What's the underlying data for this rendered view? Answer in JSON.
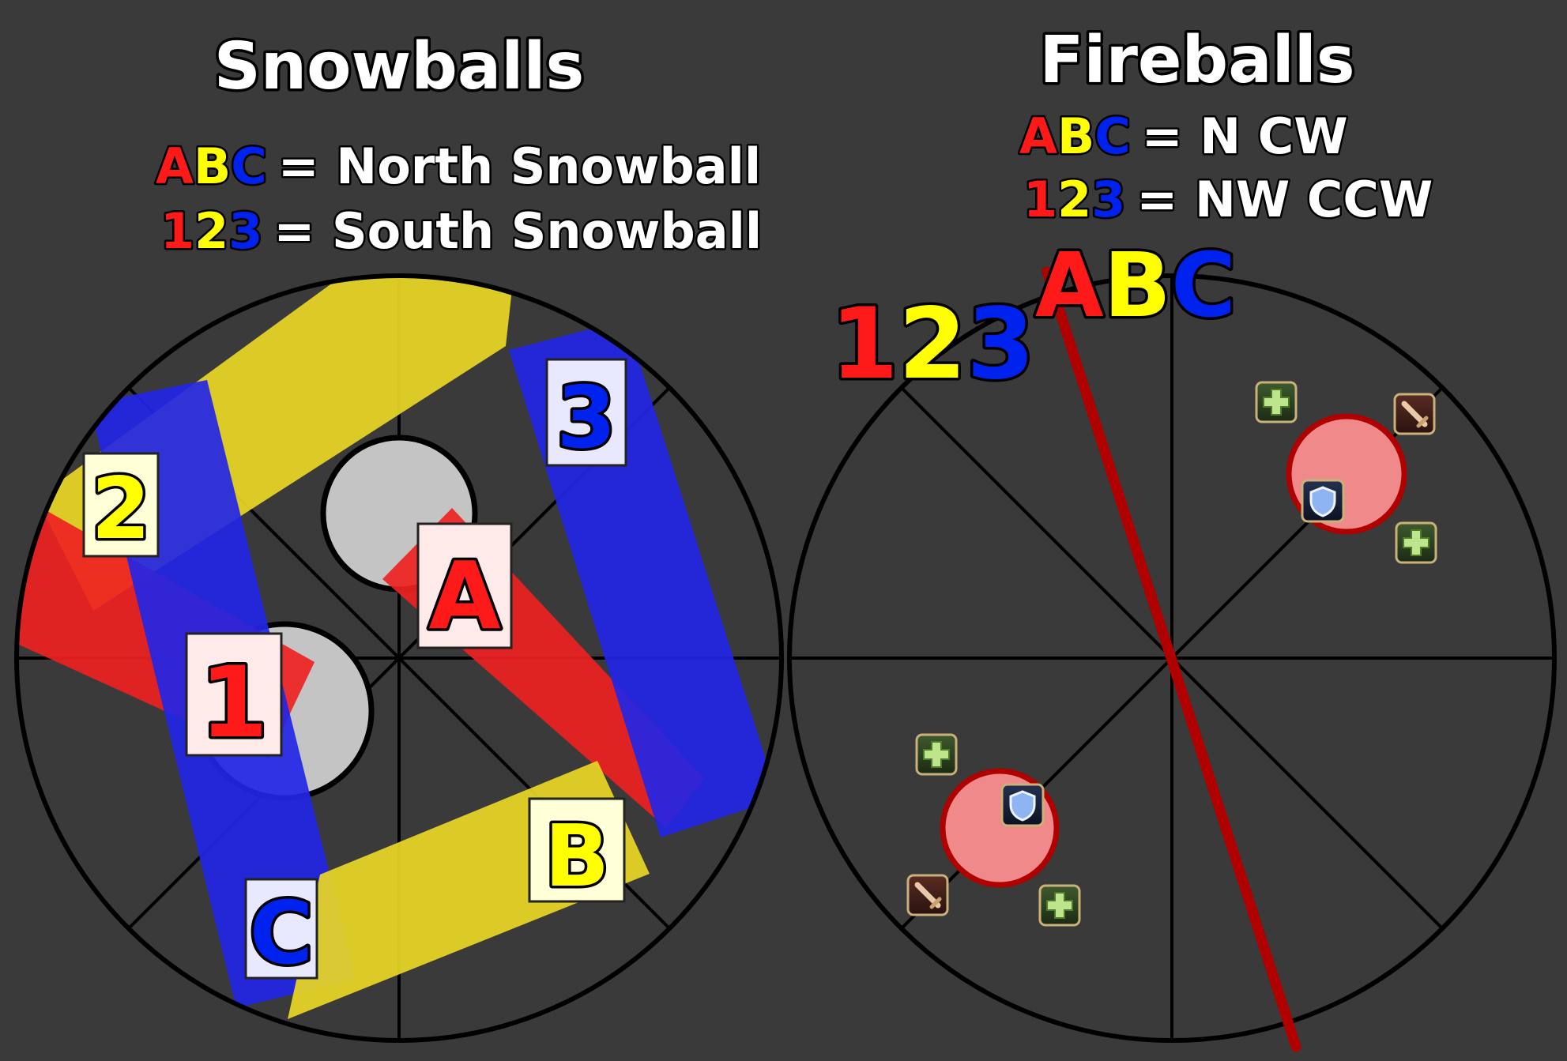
{
  "titles": {
    "snowballs": "Snowballs",
    "fireballs": "Fireballs"
  },
  "snow_legend": {
    "letters": [
      "A",
      "B",
      "C"
    ],
    "numbers": [
      "1",
      "2",
      "3"
    ],
    "line1_text": "= North Snowball",
    "line2_text": "= South Snowball"
  },
  "fire_legend": {
    "letters": [
      "A",
      "B",
      "C"
    ],
    "numbers": [
      "1",
      "2",
      "3"
    ],
    "line1_text": "= N CW",
    "line2_text": "= NW CCW"
  },
  "fire_markers": {
    "letters": [
      "A",
      "B",
      "C"
    ],
    "numbers": [
      "1",
      "2",
      "3"
    ]
  },
  "lane_labels": {
    "A": "A",
    "B": "B",
    "C": "C",
    "one": "1",
    "two": "2",
    "three": "3"
  },
  "colors": {
    "background": "#3a3a3a",
    "red": "#ff1a1a",
    "yellow": "#ffff00",
    "blue": "#0022ee",
    "lane_red": "#ee2222",
    "lane_yellow": "#ecd92a",
    "lane_blue": "#2226e6",
    "snowball": "#c4c4c4",
    "fire_line": "#b00000",
    "fire_zone": "#f08a8a"
  },
  "icons": [
    "healer-icon",
    "tank-shield-icon",
    "dps-sword-icon"
  ]
}
